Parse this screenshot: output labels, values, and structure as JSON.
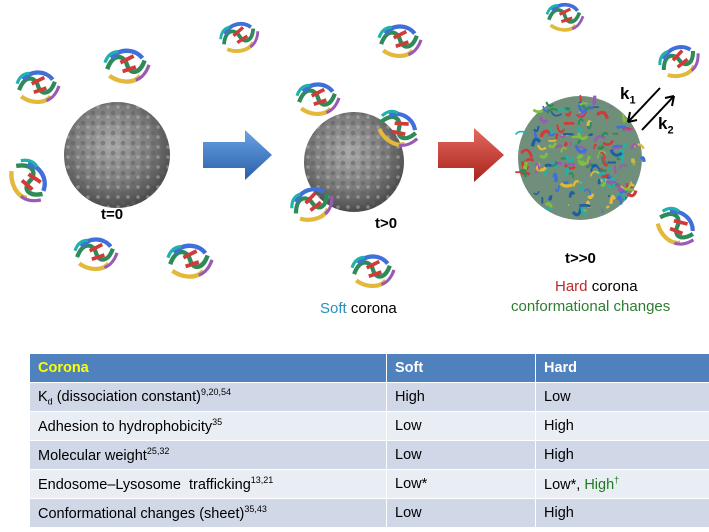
{
  "diagram": {
    "stage_labels": [
      "t=0",
      "t>0",
      "t>>0"
    ],
    "soft_caption": {
      "colored": "Soft",
      "rest": "corona"
    },
    "hard_caption": {
      "colored": "Hard",
      "rest": "corona",
      "line2": "conformational changes"
    },
    "rate_constants": {
      "k1": "k",
      "k1_sub": "1",
      "k2": "k",
      "k2_sub": "2"
    },
    "colors": {
      "soft": "#2b8fc0",
      "hard": "#c0282a",
      "conformational": "#2e7d32",
      "arrow_blue": "#3a78c8",
      "arrow_red": "#c63228",
      "nanoparticle": "#7a7a7a"
    },
    "icons": [
      "protein-icon",
      "nanoparticle-icon",
      "arrow-icon"
    ]
  },
  "table": {
    "header": [
      "Corona",
      "Soft",
      "Hard"
    ],
    "rows": [
      {
        "label_main": "K",
        "label_sub": "d",
        "label_rest": " (dissociation constant)",
        "sup": "9,20,54",
        "soft": "High",
        "hard": "Low"
      },
      {
        "label_main": "Adhesion to hydrophobicity",
        "sup": "35",
        "soft": "Low",
        "hard": "High"
      },
      {
        "label_main": "Molecular weight",
        "sup": "25,32",
        "soft": "Low",
        "hard": "High"
      },
      {
        "label_main": "Endosome–Lysosome  trafficking",
        "sup": "13,21",
        "soft": "Low*",
        "hard": "Low*, ",
        "hard_extra": "High",
        "hard_extra_sup": "†"
      },
      {
        "label_main": "Conformational changes (sheet)",
        "sup": "35,43",
        "soft": "Low",
        "hard": "High"
      }
    ],
    "colors": {
      "header_bg": "#4f81bd",
      "header_corona_text": "#ffff00",
      "row_odd": "#d0d8e8",
      "row_even": "#e9edf4",
      "high_dagger": "#1e7a1e"
    }
  }
}
